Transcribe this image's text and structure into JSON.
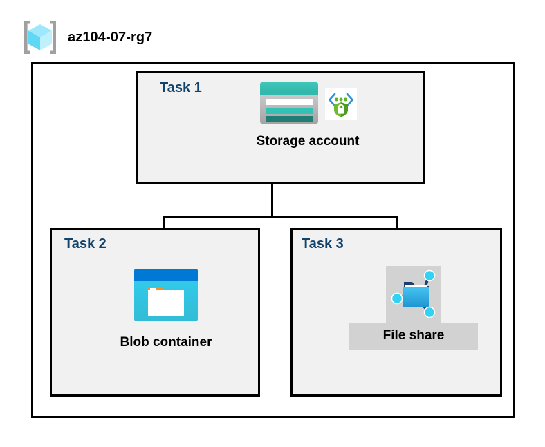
{
  "resource_group": {
    "name": "az104-07-rg7",
    "icon": "resource-group-cube-icon"
  },
  "diagram": {
    "type": "azure-architecture",
    "tasks": [
      {
        "id": "task1",
        "label": "Task 1",
        "node_caption": "Storage account",
        "icons": [
          "storage-account-icon",
          "secure-endpoint-shield-icon"
        ],
        "highlighted": false
      },
      {
        "id": "task2",
        "label": "Task 2",
        "node_caption": "Blob container",
        "icons": [
          "blob-container-icon"
        ],
        "highlighted": false
      },
      {
        "id": "task3",
        "label": "Task 3",
        "node_caption": "File share",
        "icons": [
          "file-share-icon"
        ],
        "highlighted": true
      }
    ],
    "connections": [
      {
        "from": "Storage account",
        "to": "Blob container"
      },
      {
        "from": "Storage account",
        "to": "File share"
      }
    ]
  },
  "colors": {
    "task_label": "#12436b",
    "task_box_fill": "#f1f1f1",
    "border": "#000000",
    "highlight_fill": "#d2d2d2",
    "storage_teal": "#37b5ab",
    "storage_teal_dark": "#2a8278",
    "blob_blue": "#0078d4",
    "blob_cyan": "#32c8eb",
    "blob_orange": "#f78d29",
    "fileshare_blue": "#32b0e7",
    "cube_cyan": "#9fe8fb",
    "shield_green": "#5eb522"
  }
}
